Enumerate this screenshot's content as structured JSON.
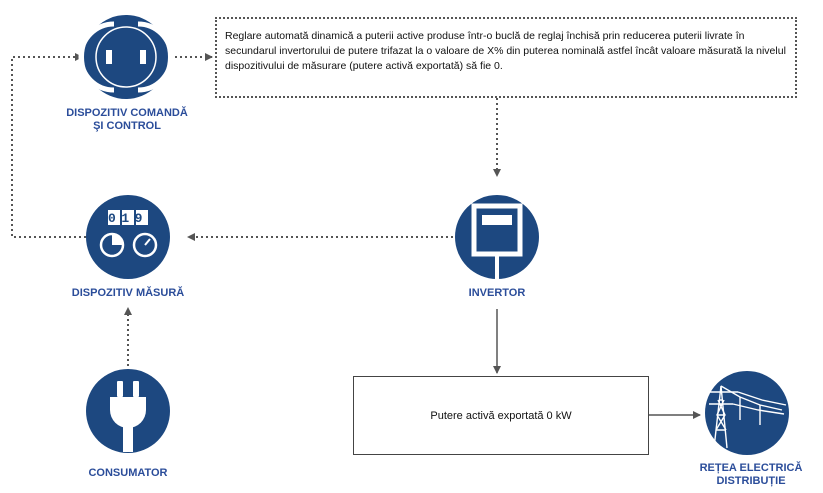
{
  "diagram": {
    "note_text": "Reglare automată dinamică a puterii active produse într-o buclă de reglaj închisă prin reducerea puterii livrate în secundarul invertorului de putere trifazat la o valoare  de X% din puterea nominală astfel încât valoare măsurată la nivelul dispozitivului de măsurare (putere activă exportată) să fie 0.",
    "power_box_text": "Putere activă exportată 0 kW",
    "nodes": {
      "control": {
        "label_line1": "DISPOZITIV COMANDĂ",
        "label_line2": "ŞI CONTROL",
        "icon": "control-device-icon"
      },
      "meter": {
        "label": "DISPOZITIV MĂSURĂ",
        "digits": "019",
        "icon": "meter-icon"
      },
      "consumer": {
        "label": "CONSUMATOR",
        "icon": "plug-icon"
      },
      "inverter": {
        "label": "INVERTOR",
        "icon": "inverter-icon"
      },
      "grid": {
        "label_line1": "REȚEA ELECTRICĂ",
        "label_line2": "DISTRIBUȚIE",
        "icon": "power-pylon-icon"
      }
    },
    "colors": {
      "node_fill": "#1d4880",
      "label": "#2b4d9a",
      "connector": "#555555"
    }
  }
}
